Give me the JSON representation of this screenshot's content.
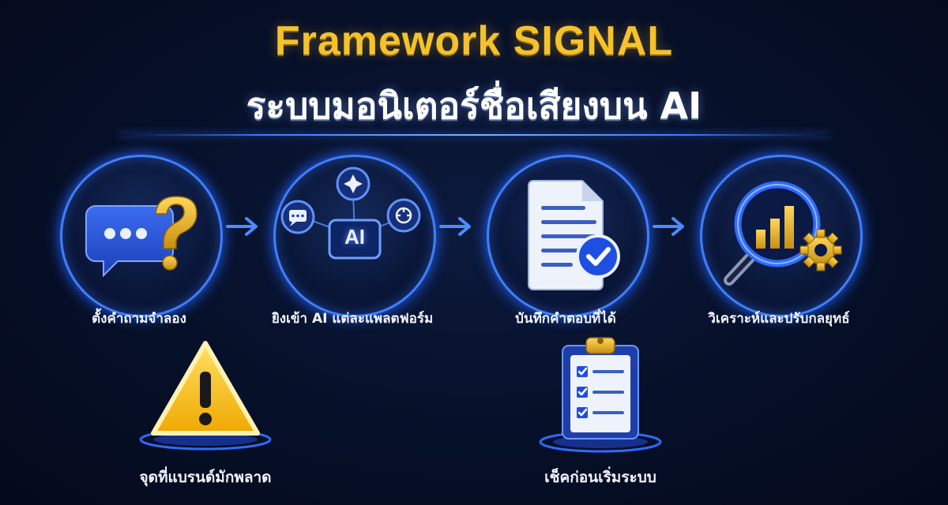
{
  "title": {
    "line1": "Framework SIGNAL",
    "line2": "ระบบมอนิเตอร์ชื่อเสียงบน AI"
  },
  "steps": [
    {
      "label": "ตั้งคำถามจำลอง",
      "icon": "question-chat-icon"
    },
    {
      "label": "ยิงเข้า AI แต่ละแพลตฟอร์ม",
      "icon": "ai-platforms-icon",
      "badge": "AI"
    },
    {
      "label": "บันทึกคำตอบที่ได้",
      "icon": "document-check-icon"
    },
    {
      "label": "วิเคราะห์และปรับกลยุทธ์",
      "icon": "analytics-gear-icon"
    }
  ],
  "extras": [
    {
      "label": "จุดที่แบรนด์มักพลาด",
      "icon": "warning-icon"
    },
    {
      "label": "เช็คก่อนเริ่มระบบ",
      "icon": "checklist-icon"
    }
  ],
  "colors": {
    "gold": "#f5c22c",
    "accent_blue": "#3f7fff",
    "background": "#07112b"
  }
}
